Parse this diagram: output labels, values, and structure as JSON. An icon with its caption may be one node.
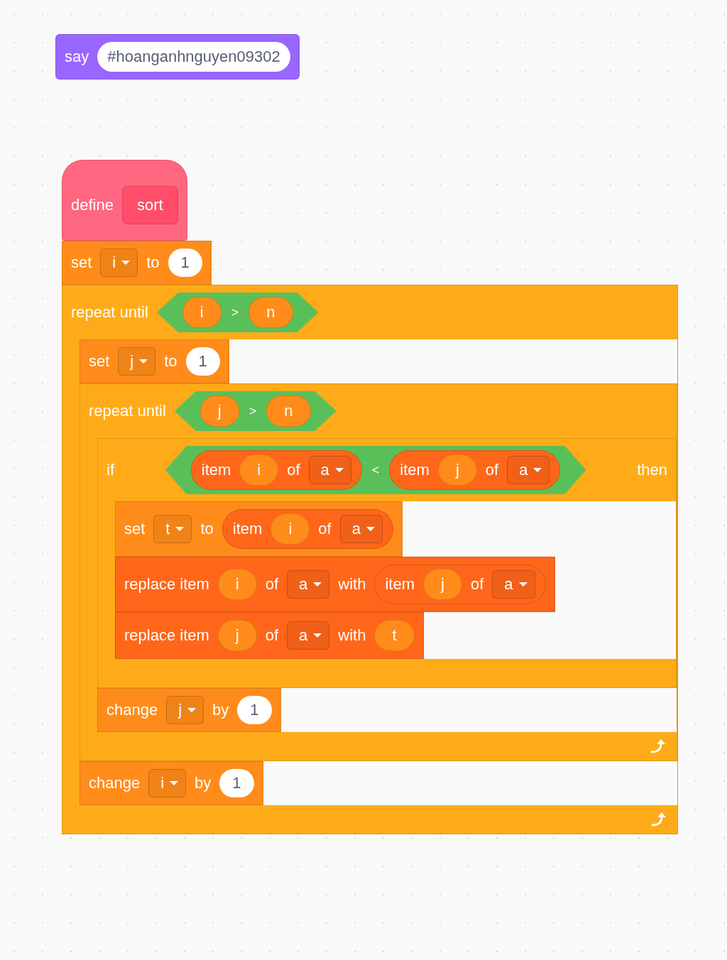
{
  "diagram": {
    "nodes": [
      {
        "text": [
          "say",
          "#hoanganhnguyen09302"
        ]
      },
      {
        "text": [
          "define"
        ]
      },
      {
        "text": [
          "sort"
        ],
        "in": 1
      },
      {
        "text": [
          "set",
          "i",
          "to",
          "1"
        ]
      },
      {
        "text": [
          "repeat until"
        ]
      },
      {
        "text": [
          "i",
          ">",
          "n"
        ],
        "in": 4
      },
      {
        "text": [
          "set",
          "j",
          "to",
          "1"
        ],
        "in": 4
      },
      {
        "text": [
          "repeat until"
        ],
        "in": 4
      },
      {
        "text": [
          "j",
          ">",
          "n"
        ],
        "in": 7
      },
      {
        "text": [
          "if",
          "then"
        ],
        "in": 7
      },
      {
        "text": [
          "<"
        ],
        "in": 9
      },
      {
        "text": [
          "item",
          "i",
          "of",
          "a"
        ],
        "in": 10
      },
      {
        "text": [
          "item",
          "j",
          "of",
          "a"
        ],
        "in": 10
      },
      {
        "text": [
          "set",
          "t",
          "to"
        ],
        "in": 9
      },
      {
        "text": [
          "item",
          "i",
          "of",
          "a"
        ],
        "in": 13
      },
      {
        "text": [
          "replace item",
          "i",
          "of",
          "a",
          "with"
        ],
        "in": 9
      },
      {
        "text": [
          "item",
          "j",
          "of",
          "a"
        ],
        "in": 15
      },
      {
        "text": [
          "replace item",
          "j",
          "of",
          "a",
          "with",
          "t"
        ],
        "in": 9
      },
      {
        "text": [
          "change",
          "j",
          "by",
          "1"
        ],
        "in": 7
      },
      {
        "text": [
          "change",
          "i",
          "by",
          "1"
        ],
        "in": 4
      }
    ]
  }
}
